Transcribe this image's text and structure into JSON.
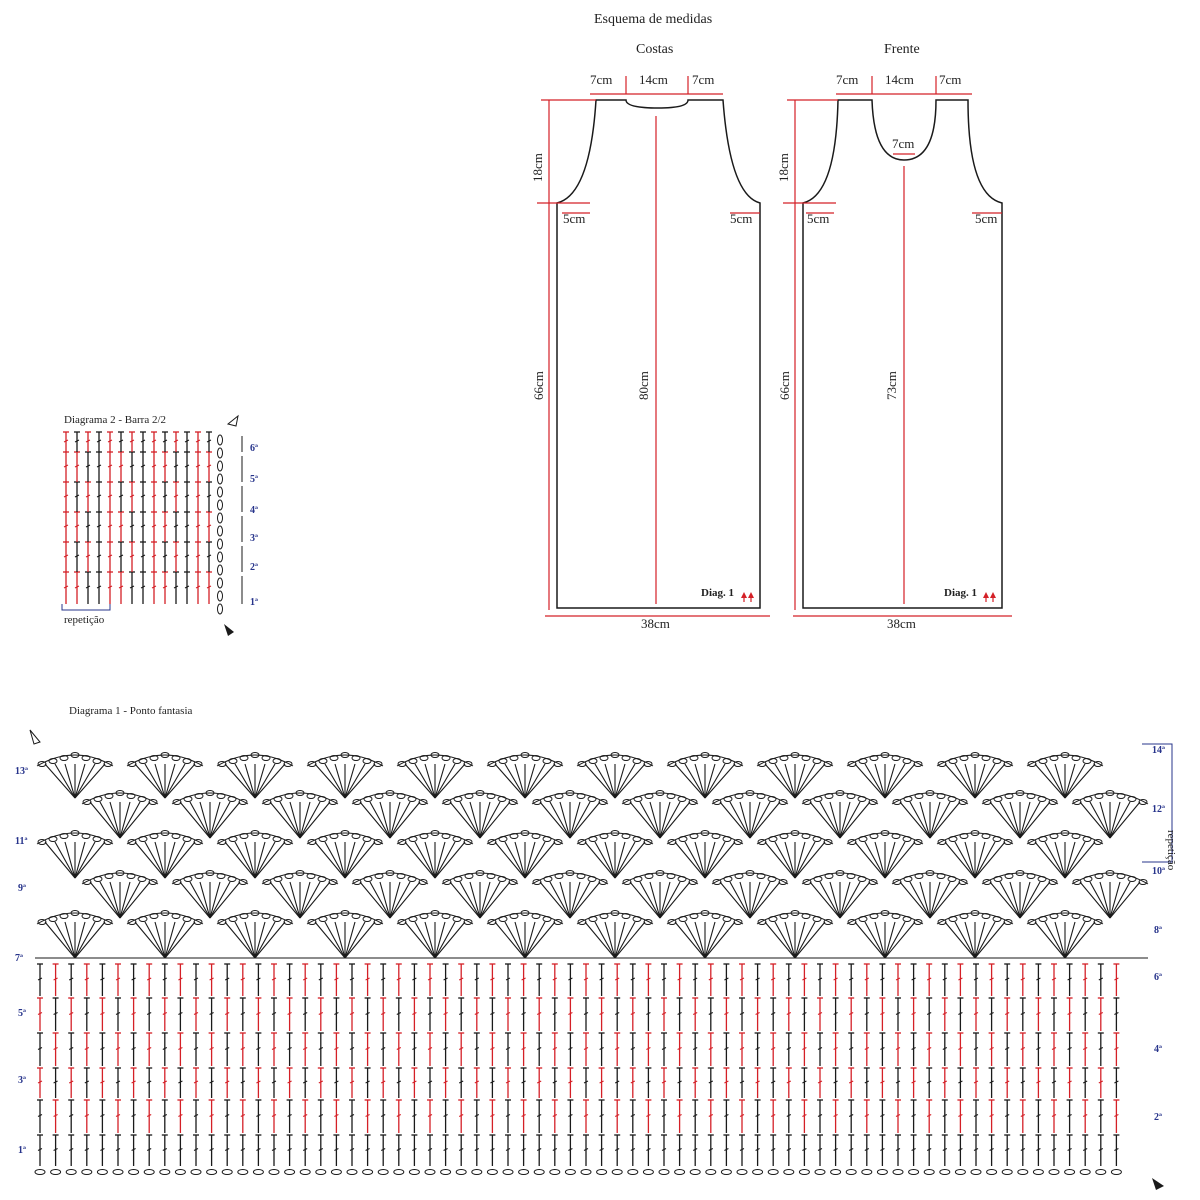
{
  "schema": {
    "title": "Esquema de medidas",
    "costas": {
      "title": "Costas",
      "top_left": "7cm",
      "top_mid": "14cm",
      "top_right": "7cm",
      "armhole_height": "18cm",
      "left_side": "5cm",
      "right_side": "5cm",
      "side_height": "66cm",
      "center_height": "80cm",
      "width": "38cm",
      "diag_label": "Diag. 1"
    },
    "frente": {
      "title": "Frente",
      "top_left": "7cm",
      "top_mid": "14cm",
      "top_right": "7cm",
      "neck_bottom": "7cm",
      "armhole_height": "18cm",
      "left_side": "5cm",
      "right_side": "5cm",
      "side_height": "66cm",
      "center_height": "73cm",
      "width": "38cm",
      "diag_label": "Diag. 1"
    },
    "colors": {
      "measure_line": "#d42027",
      "outline": "#1a1a1a",
      "row_label": "#27348b"
    }
  },
  "diagram2": {
    "title": "Diagrama 2 - Barra 2/2",
    "repeat_label": "repetição",
    "rows": [
      "1ª",
      "2ª",
      "3ª",
      "4ª",
      "5ª",
      "6ª"
    ]
  },
  "diagram1": {
    "title": "Diagrama 1 - Ponto fantasia",
    "repeat_label": "repetição",
    "left_rows": [
      "1ª",
      "3ª",
      "5ª",
      "7ª",
      "9ª",
      "11ª",
      "13ª"
    ],
    "right_rows": [
      "2ª",
      "4ª",
      "6ª",
      "8ª",
      "10ª",
      "12ª",
      "14ª"
    ]
  }
}
